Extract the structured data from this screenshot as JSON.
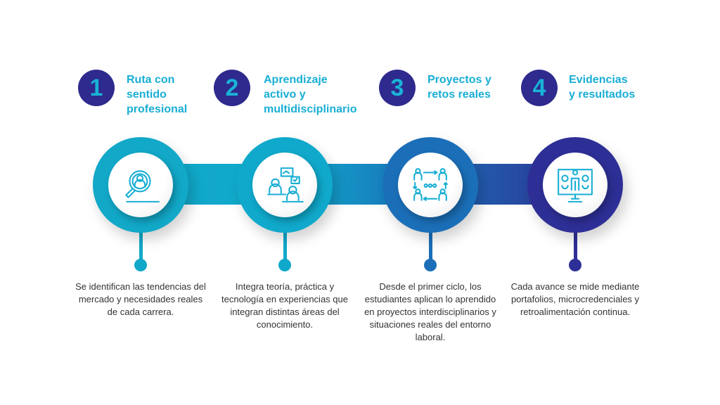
{
  "steps": [
    {
      "number": "1",
      "title_lines": [
        "Ruta con",
        "sentido",
        "profesional"
      ],
      "icon": "magnifier-person-icon",
      "color": "#12a8c8",
      "description": "Se identifican las tendencias del mercado y necesidades reales de cada carrera."
    },
    {
      "number": "2",
      "title_lines": [
        "Aprendizaje",
        "activo y",
        "multidisciplinario"
      ],
      "icon": "people-discussion-icon",
      "color": "#10a9cc",
      "description": "Integra teoría, práctica y tecnología en experiencias que integran distintas áreas del conocimiento."
    },
    {
      "number": "3",
      "title_lines": [
        "Proyectos y",
        "retos reales"
      ],
      "icon": "team-cycle-icon",
      "color": "#1b6fb8",
      "description": "Desde el primer ciclo, los estudiantes aplican lo aprendido en proyectos interdisciplinarios y situaciones reales del entorno laboral."
    },
    {
      "number": "4",
      "title_lines": [
        "Evidencias",
        "y resultados"
      ],
      "icon": "monitor-presentation-icon",
      "color": "#2e2f96",
      "description": "Cada avance se mide mediante portafolios, microcredenciales y retroalimentación continua."
    }
  ],
  "colors": {
    "badge": "#2e2a8e",
    "title": "#19aed4",
    "icon": "#19aed4"
  }
}
